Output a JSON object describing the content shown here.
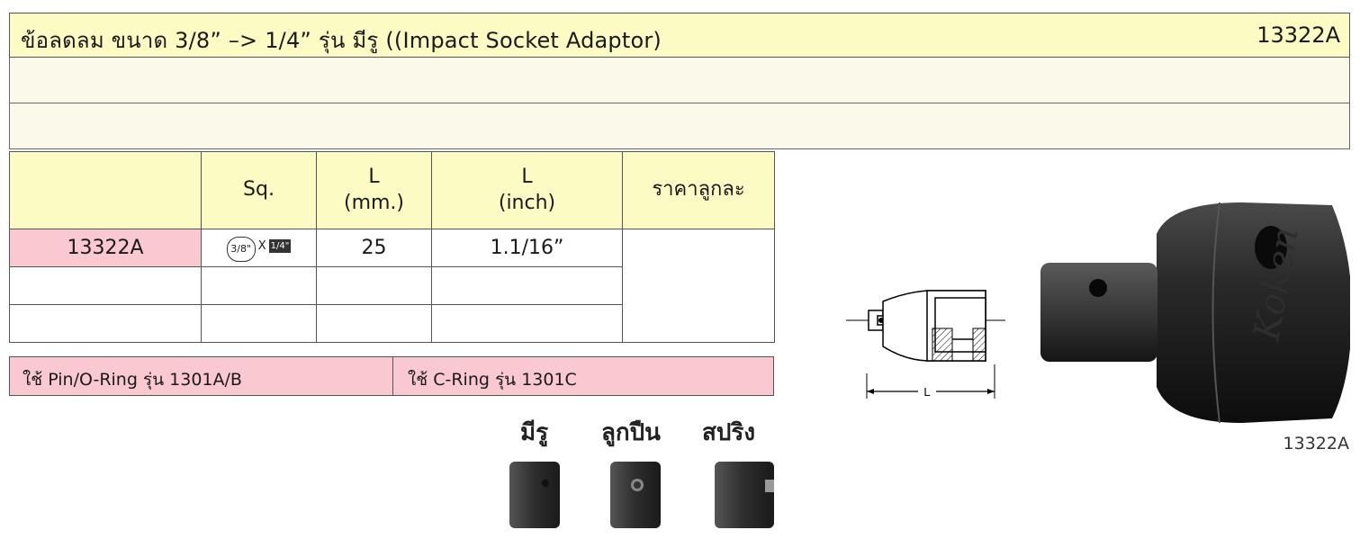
{
  "header": {
    "title": "ข้อลดลม ขนาด 3/8” –> 1/4” รุ่น มีรู ((Impact Socket Adaptor)",
    "code": "13322A"
  },
  "spec_table": {
    "headers": [
      "",
      "Sq.",
      "L\n(mm.)",
      "L\n(inch)",
      "ราคาลูกละ"
    ],
    "row": {
      "code": "13322A",
      "sq_drive": "3/8\"",
      "sq_x": "X",
      "sq_square": "1/4\"",
      "l_mm": "25",
      "l_inch": "1.1/16”",
      "price": ""
    }
  },
  "ring_info": {
    "left": "ใช้ Pin/O-Ring รุ่น 1301A/B",
    "right": "ใช้ C-Ring รุ่น 1301C"
  },
  "types": [
    "มีรู",
    "ลูกปืน",
    "สปริง"
  ],
  "diagram": {
    "dimension_label": "L"
  },
  "photo_caption": "13322A"
}
